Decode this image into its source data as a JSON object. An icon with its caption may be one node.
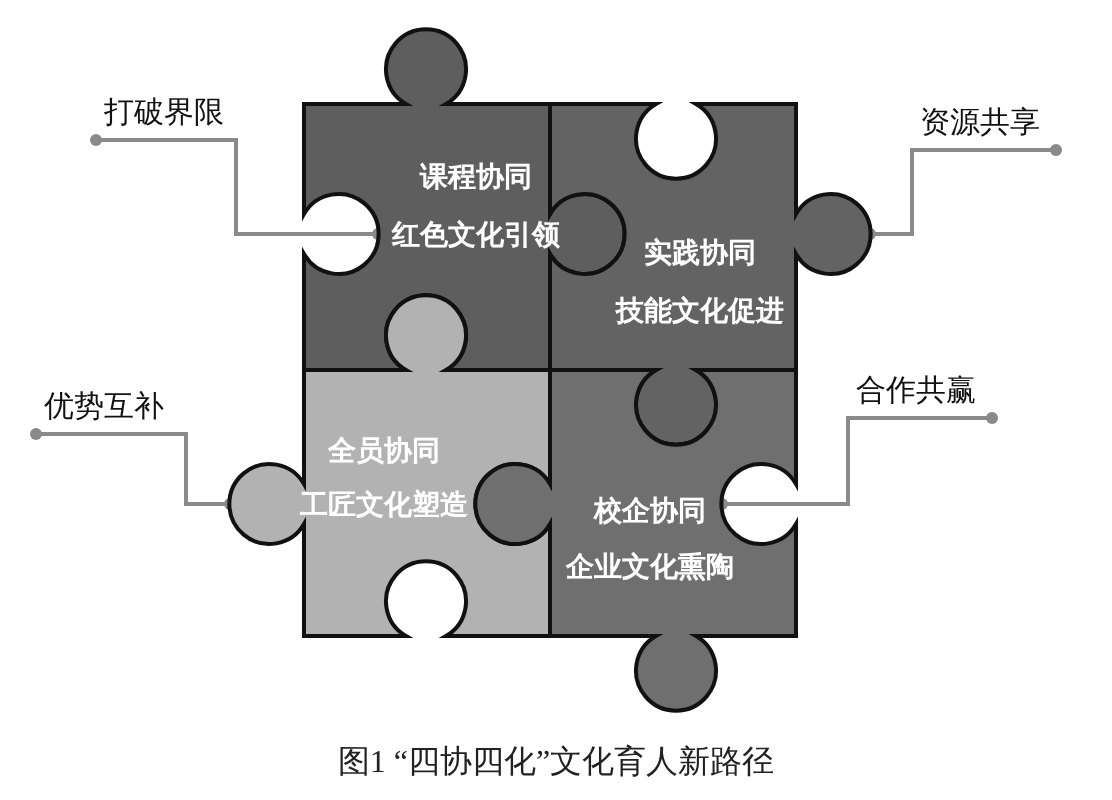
{
  "diagram": {
    "caption": "图1 “四协四化”文化育人新路径",
    "nodes": [
      {
        "text": [
          "课程协同",
          "红色文化引领"
        ]
      },
      {
        "text": [
          "实践协同",
          "技能文化促进"
        ]
      },
      {
        "text": [
          "全员协同",
          "工匠文化塑造"
        ]
      },
      {
        "text": [
          "校企协同",
          "企业文化熏陶"
        ]
      },
      {
        "text": [
          "打破界限"
        ]
      },
      {
        "text": [
          "资源共享"
        ]
      },
      {
        "text": [
          "优势互补"
        ]
      },
      {
        "text": [
          "合作共赢"
        ]
      }
    ],
    "edges": [
      {
        "from": 4,
        "to": 0,
        "arrow": "other"
      },
      {
        "from": 5,
        "to": 1,
        "arrow": "other"
      },
      {
        "from": 6,
        "to": 2,
        "arrow": "other"
      },
      {
        "from": 7,
        "to": 3,
        "arrow": "other"
      }
    ]
  }
}
